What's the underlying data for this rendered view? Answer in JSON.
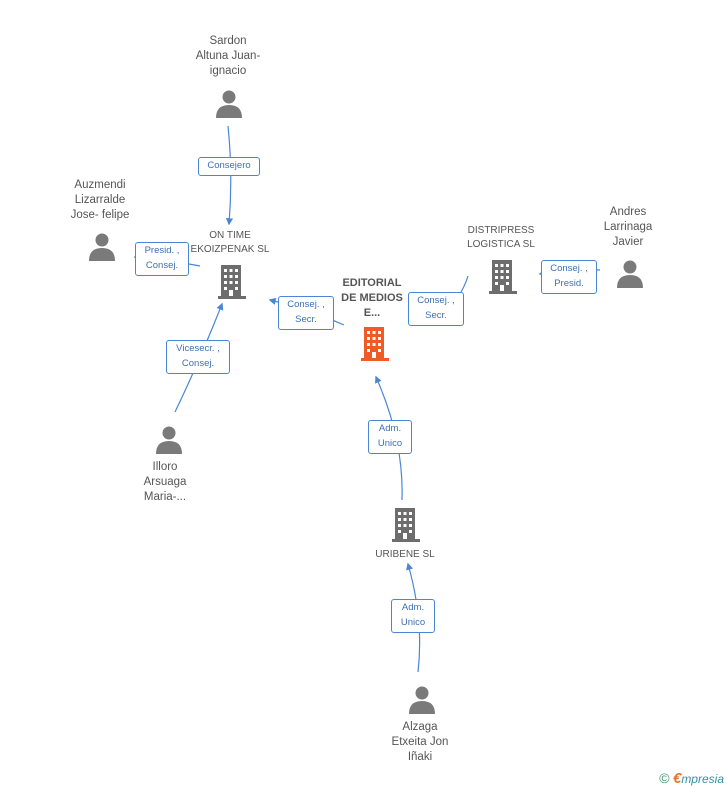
{
  "colors": {
    "person": "#7a7a7a",
    "company": "#6d6d6d",
    "highlight": "#f05a24",
    "edge": "#4a86d4"
  },
  "nodes": {
    "sardon": {
      "label_1": "Sardon",
      "label_2": "Altuna Juan-",
      "label_3": "ignacio",
      "icon": "person-icon"
    },
    "auzmendi": {
      "label_1": "Auzmendi",
      "label_2": "Lizarralde",
      "label_3": "Jose- felipe",
      "icon": "person-icon"
    },
    "ontime": {
      "label_1": "ON TIME",
      "label_2": "EKOIZPENAK SL",
      "icon": "building-icon"
    },
    "editorial": {
      "label_1": "EDITORIAL",
      "label_2": "DE MEDIOS",
      "label_3": "E...",
      "icon": "building-icon"
    },
    "distripress": {
      "label_1": "DISTRIPRESS",
      "label_2": "LOGISTICA SL",
      "icon": "building-icon"
    },
    "andres": {
      "label_1": "Andres",
      "label_2": "Larrinaga",
      "label_3": "Javier",
      "icon": "person-icon"
    },
    "illoro": {
      "label_1": "Illoro",
      "label_2": "Arsuaga",
      "label_3": "Maria-...",
      "icon": "person-icon"
    },
    "uribene": {
      "label_1": "URIBENE SL",
      "icon": "building-icon"
    },
    "alzaga": {
      "label_1": "Alzaga",
      "label_2": "Etxeita Jon",
      "label_3": "Iñaki",
      "icon": "person-icon"
    }
  },
  "edges": {
    "sardon_ontime": {
      "line_1": "Consejero"
    },
    "auzmendi_ontime": {
      "line_1": "Presid. ,",
      "line_2": "Consej."
    },
    "illoro_ontime": {
      "line_1": "Vicesecr. ,",
      "line_2": "Consej."
    },
    "editorial_ontime": {
      "line_1": "Consej. ,",
      "line_2": "Secr."
    },
    "editorial_distripress": {
      "line_1": "Consej. ,",
      "line_2": "Secr."
    },
    "andres_distripress": {
      "line_1": "Consej. ,",
      "line_2": "Presid."
    },
    "uribene_editorial": {
      "line_1": "Adm.",
      "line_2": "Unico"
    },
    "alzaga_uribene": {
      "line_1": "Adm.",
      "line_2": "Unico"
    }
  },
  "footer": {
    "copyright": "©",
    "brand_initial": "€",
    "brand_rest": "mpresia"
  }
}
